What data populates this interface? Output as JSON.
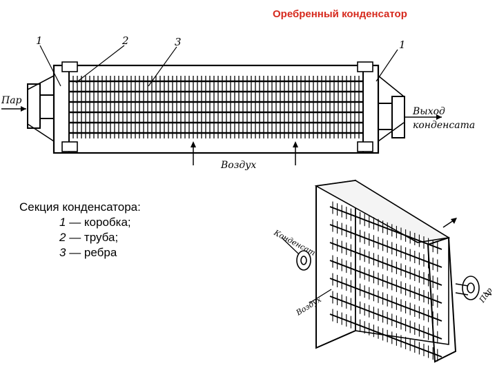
{
  "title": "Оребренный конденсатор",
  "callouts": {
    "c1_left": "1",
    "c2": "2",
    "c3": "3",
    "c1_right": "1"
  },
  "labels": {
    "steam_in": "Пар",
    "outlet_line1": "Выход",
    "outlet_line2": "конденсата",
    "air": "Воздух",
    "iso_condensate": "Конденсат",
    "iso_air": "Воздух",
    "iso_steam": "Пар"
  },
  "legend": {
    "heading": "Секция конденсатора:",
    "items": [
      {
        "num": "1",
        "text": " — коробка;"
      },
      {
        "num": "2",
        "text": " — труба;"
      },
      {
        "num": "3",
        "text": " — ребра"
      }
    ]
  },
  "colors": {
    "title": "#d62a1e",
    "ink": "#000000"
  }
}
